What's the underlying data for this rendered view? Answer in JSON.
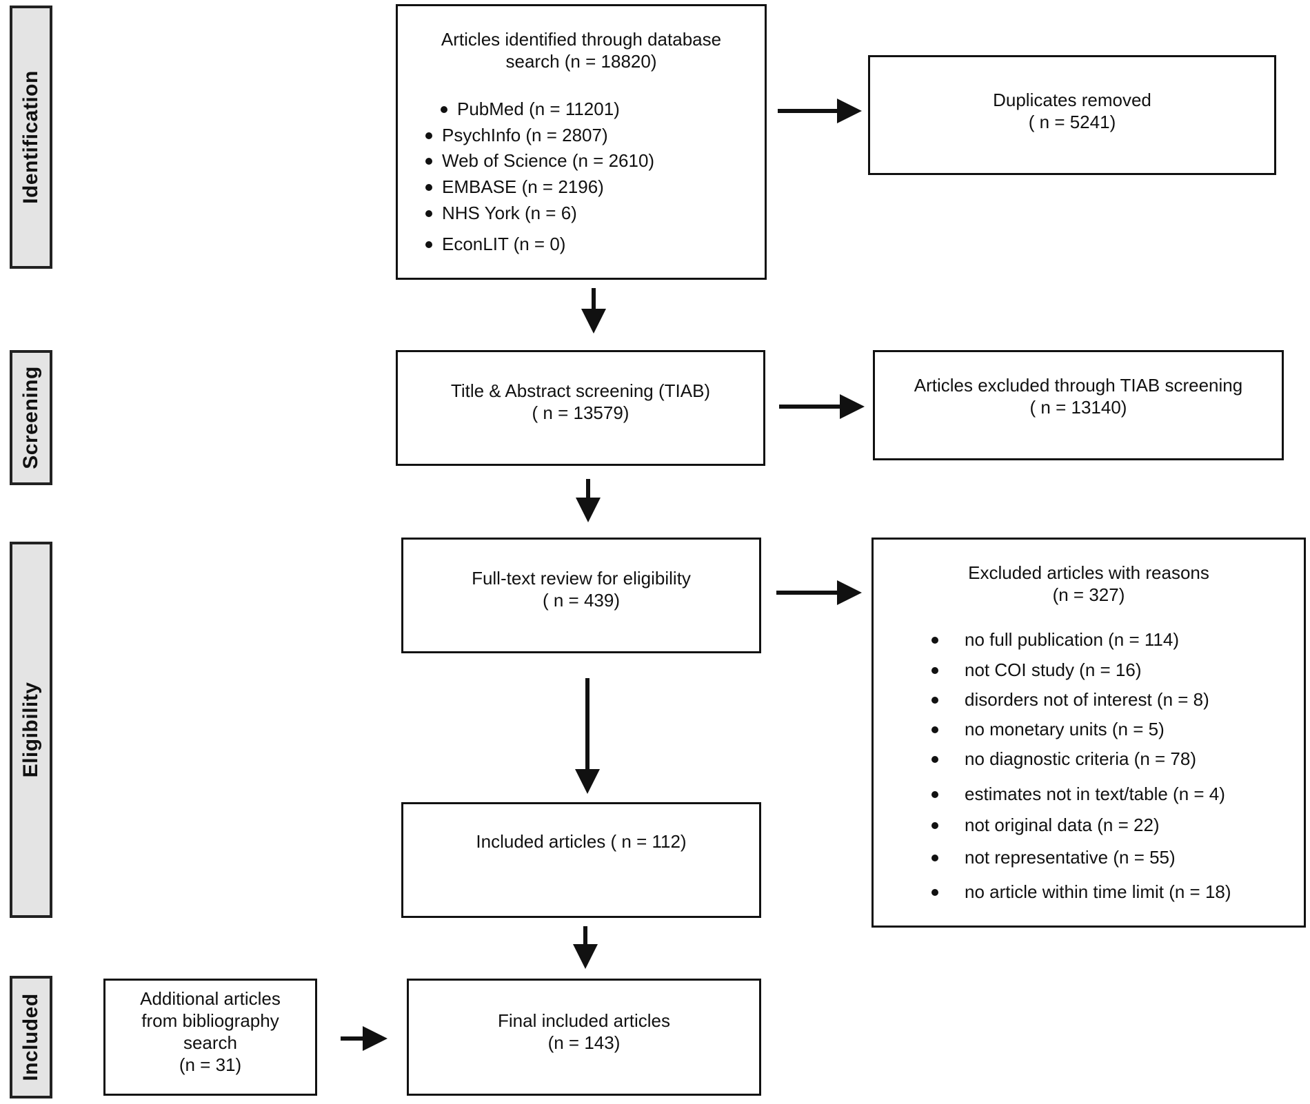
{
  "stages": {
    "identification": "Identification",
    "screening": "Screening",
    "eligibility": "Eligibility",
    "included": "Included"
  },
  "identification_box": {
    "title_line1": "Articles identified through database",
    "title_line2": "search  (n = 18820)",
    "sources": [
      "PubMed  (n = 11201)",
      "PsychInfo  (n = 2807)",
      "Web of Science  (n = 2610)",
      "EMBASE  (n = 2196)",
      "NHS York  (n = 6)",
      "EconLIT  (n = 0)"
    ]
  },
  "duplicates_box": {
    "line1": "Duplicates  removed",
    "line2": "( n = 5241)"
  },
  "tiab_box": {
    "line1": "Title & Abstract screening (TIAB)",
    "line2": "( n = 13579)"
  },
  "tiab_excluded_box": {
    "line1": "Articles excluded  through TIAB screening",
    "line2": "( n = 13140)"
  },
  "fulltext_box": {
    "line1": "Full-text  review  for eligibility",
    "line2": "( n = 439)"
  },
  "excluded_reasons_box": {
    "line1": "Excluded  articles with  reasons",
    "line2": "(n = 327)",
    "reasons": [
      "no full publication   (n = 114)",
      "not COI study   (n = 16)",
      "disorders not of interest   (n = 8)",
      "no monetary  units   (n = 5)",
      "no diagnostic  criteria   (n = 78)",
      "estimates  not  in text/table   (n = 4)",
      "not original data   (n = 22)",
      "not representative   (n = 55)",
      "no article within time limit  (n = 18)"
    ]
  },
  "included_box": {
    "line1": "Included articles    ( n = 112)"
  },
  "additional_box": {
    "line1": "Additional articles",
    "line2": "from bibliography",
    "line3": "search",
    "line4": "(n = 31)"
  },
  "final_box": {
    "line1": "Final included articles",
    "line2": "(n = 143)"
  }
}
